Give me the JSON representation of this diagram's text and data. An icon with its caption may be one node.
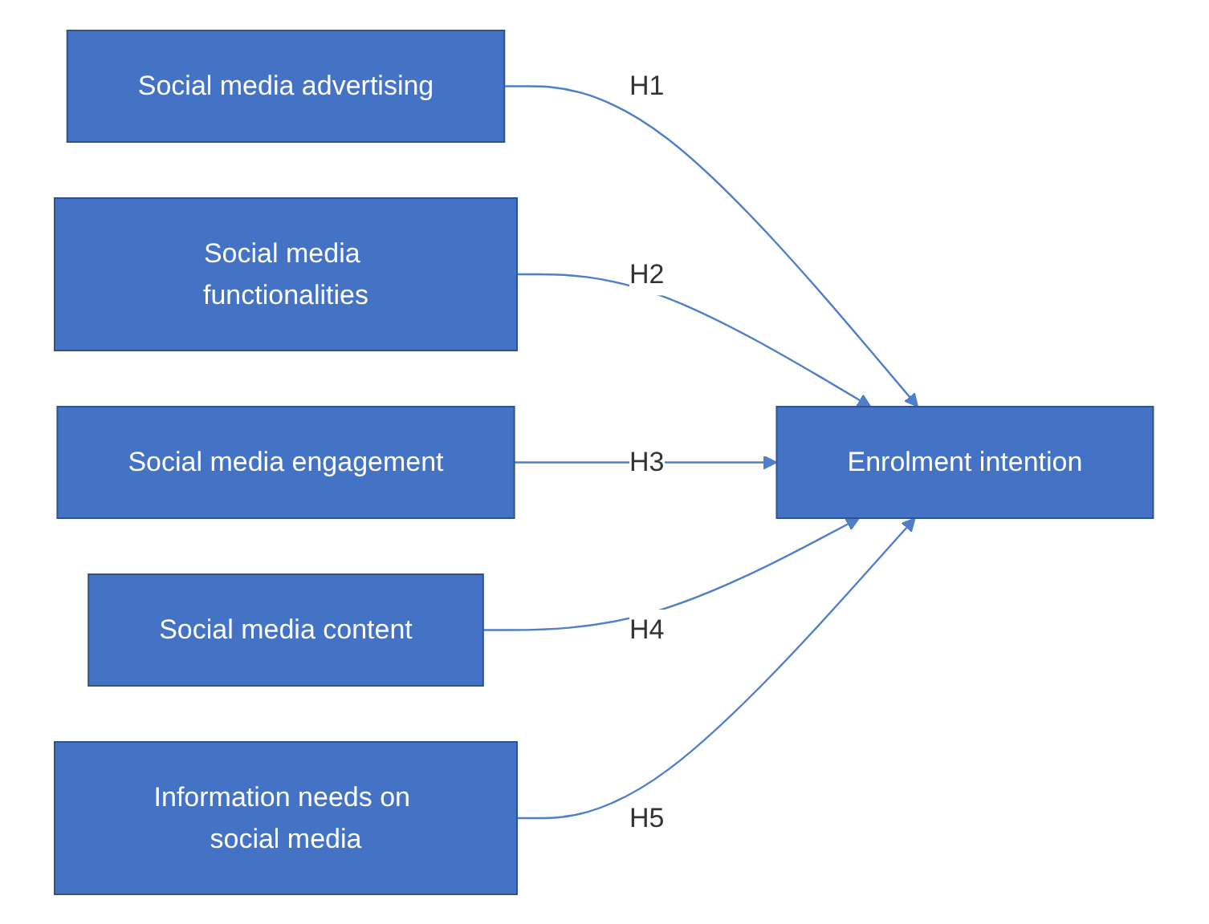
{
  "diagram": {
    "nodes": [
      {
        "text": [
          "Social media advertising"
        ]
      },
      {
        "text": [
          "Social media functionalities"
        ]
      },
      {
        "text": [
          "Social media engagement"
        ]
      },
      {
        "text": [
          "Social media content"
        ]
      },
      {
        "text": [
          "Information needs on social media"
        ]
      },
      {
        "text": [
          "Enrolment intention"
        ]
      }
    ],
    "edges": [
      {
        "from": 0,
        "to": 5,
        "arrow": "to",
        "label": "H1"
      },
      {
        "from": 1,
        "to": 5,
        "arrow": "to",
        "label": "H2"
      },
      {
        "from": 2,
        "to": 5,
        "arrow": "to",
        "label": "H3"
      },
      {
        "from": 3,
        "to": 5,
        "arrow": "to",
        "label": "H4"
      },
      {
        "from": 4,
        "to": 5,
        "arrow": "to",
        "label": "H5"
      }
    ]
  }
}
